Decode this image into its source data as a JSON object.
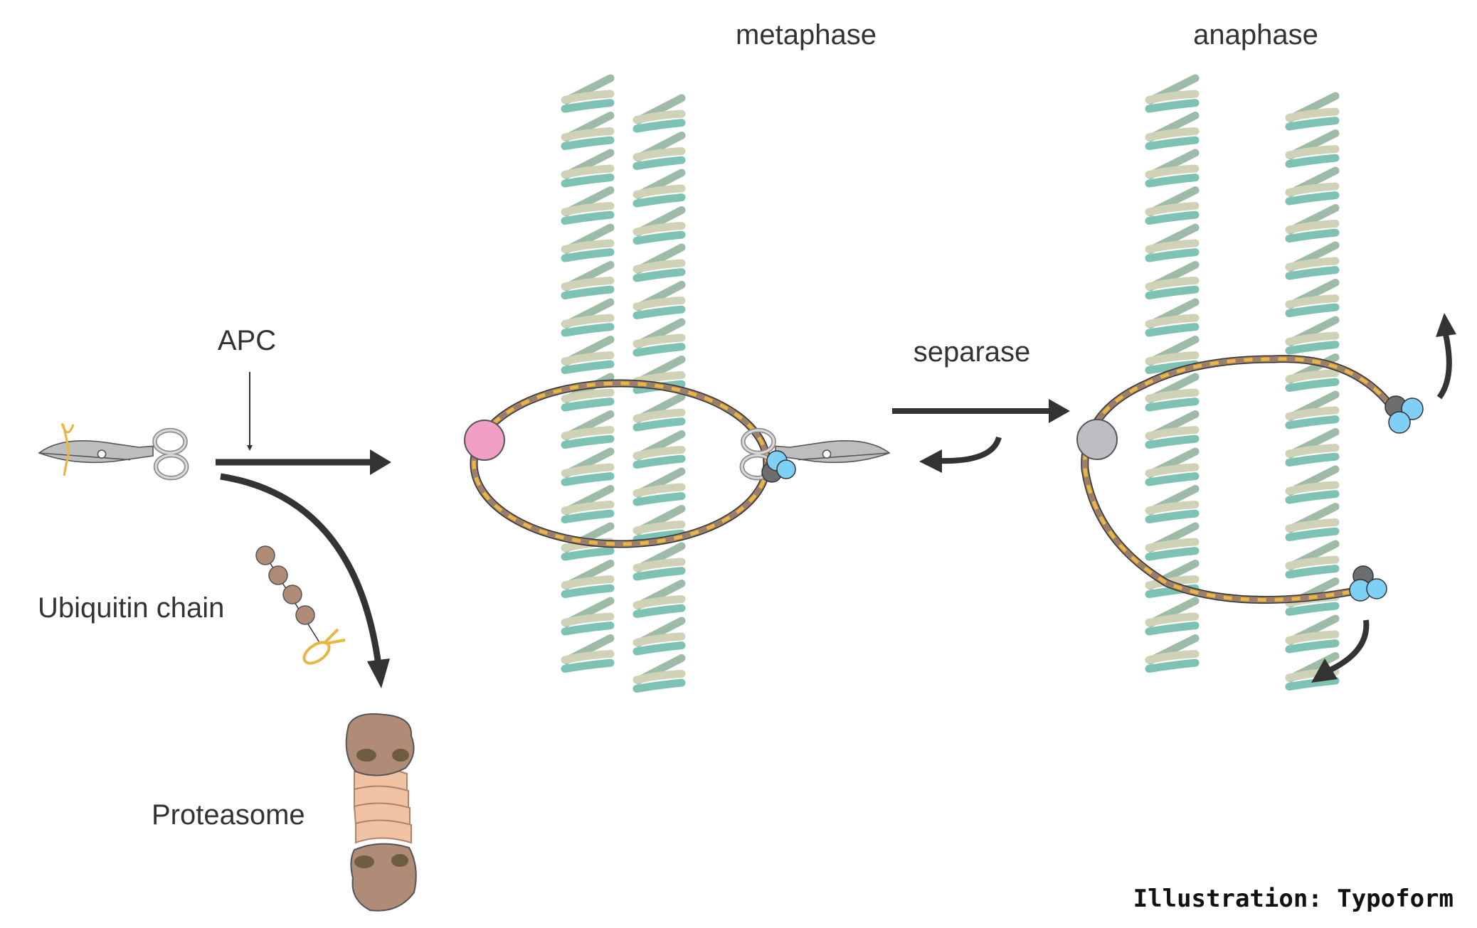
{
  "labels": {
    "metaphase": "metaphase",
    "anaphase": "anaphase",
    "apc": "APC",
    "separase": "separase",
    "ubiquitin_chain": "Ubiquitin chain",
    "proteasome": "Proteasome",
    "credit": "Illustration: Typoform"
  },
  "colors": {
    "arrow": "#333333",
    "coil_diagonal": "#9dbba6",
    "coil_beige": "#cfd2b6",
    "coil_teal": "#7ec2b3",
    "rope_brown": "#9b7f6a",
    "rope_yellow": "#e9b545",
    "kleisin_pink": "#f19fc6",
    "hinge_gray": "#bcbec1",
    "cleaved_blue": "#7ed0f5",
    "cleaved_dark": "#6d6e70",
    "scissors": "#bcbec0",
    "ubiquitin": "#b08b78",
    "proteasome_cap": "#b08b78",
    "proteasome_core": "#efc3a4"
  }
}
